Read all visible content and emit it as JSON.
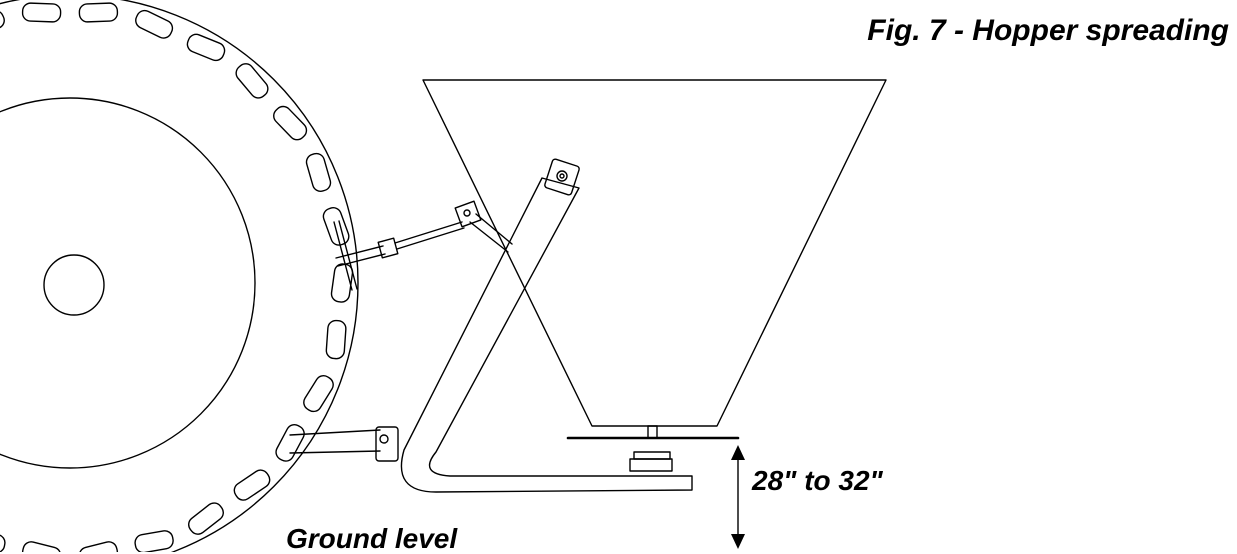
{
  "figure": {
    "title": "Fig. 7 - Hopper spreading",
    "height_range_label": "28\" to 32\"",
    "ground_label": "Ground level"
  },
  "colors": {
    "ink": "#000000",
    "background": "#ffffff"
  }
}
